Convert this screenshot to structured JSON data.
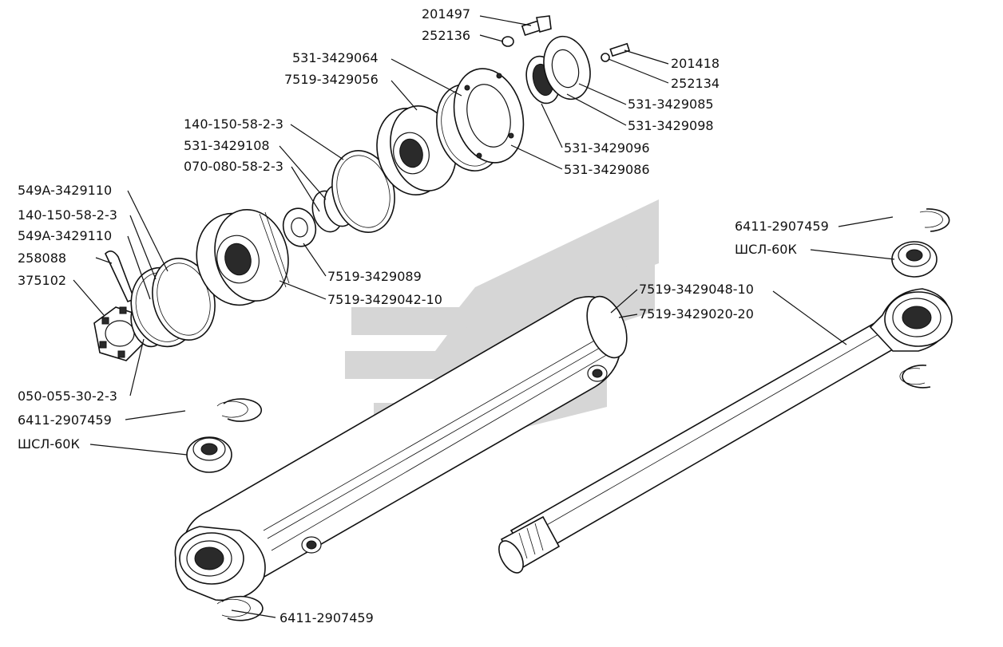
{
  "labels": {
    "l201497": "201497",
    "l252136": "252136",
    "l531_3429064": "531-3429064",
    "l7519_3429056": "7519-3429056",
    "l201418": "201418",
    "l252134": "252134",
    "l531_3429085": "531-3429085",
    "l531_3429098": "531-3429098",
    "l531_3429096": "531-3429096",
    "l531_3429086": "531-3429086",
    "l140_150_58_2_3_a": "140-150-58-2-3",
    "l531_3429108": "531-3429108",
    "l070_080_58_2_3": "070-080-58-2-3",
    "l549a_3429110_a": "549A-3429110",
    "l140_150_58_2_3_b": "140-150-58-2-3",
    "l549a_3429110_b": "549A-3429110",
    "l258088": "258088",
    "l375102": "375102",
    "l7519_3429089": "7519-3429089",
    "l7519_3429042_10": "7519-3429042-10",
    "l7519_3429048_10": "7519-3429048-10",
    "l7519_3429020_20": "7519-3429020-20",
    "l6411_2907459_right": "6411-2907459",
    "l_shsl_60k_right": "ШСЛ-60К",
    "l050_055_30_2_3": "050-055-30-2-3",
    "l6411_2907459_left": "6411-2907459",
    "l_shsl_60k_left": "ШСЛ-60К",
    "l6411_2907459_bottom": "6411-2907459"
  },
  "colors": {
    "line": "#111111",
    "watermark": "#d4d4d4",
    "background": "#ffffff"
  }
}
